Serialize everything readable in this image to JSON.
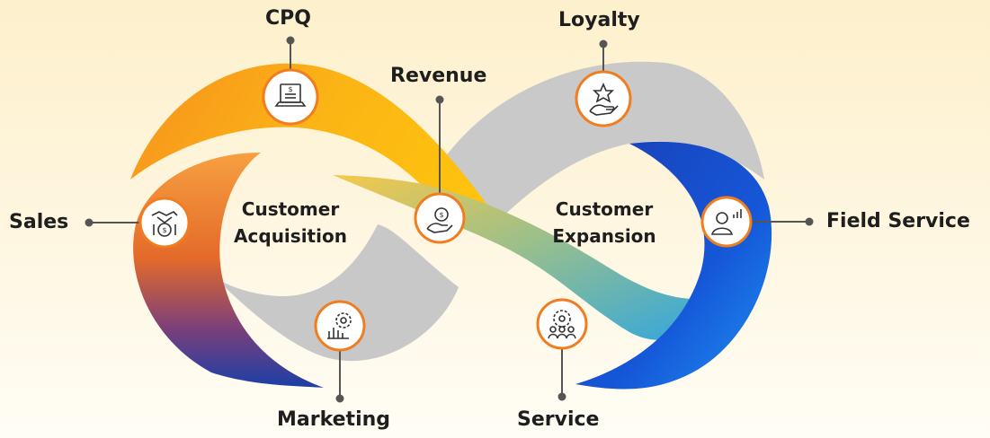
{
  "diagram": {
    "loops": [
      {
        "id": "acquisition",
        "title_line1": "Customer",
        "title_line2": "Acquisition"
      },
      {
        "id": "expansion",
        "title_line1": "Customer",
        "title_line2": "Expansion"
      }
    ],
    "nodes": [
      {
        "id": "cpq",
        "label": "CPQ",
        "icon": "invoice-laptop-icon"
      },
      {
        "id": "loyalty",
        "label": "Loyalty",
        "icon": "hand-star-icon"
      },
      {
        "id": "revenue",
        "label": "Revenue",
        "icon": "hand-coin-icon"
      },
      {
        "id": "sales",
        "label": "Sales",
        "icon": "handshake-dollar-icon"
      },
      {
        "id": "field_service",
        "label": "Field Service",
        "icon": "technician-chart-icon"
      },
      {
        "id": "marketing",
        "label": "Marketing",
        "icon": "gear-chart-icon"
      },
      {
        "id": "service",
        "label": "Service",
        "icon": "gear-people-icon"
      }
    ]
  },
  "colors": {
    "accent_ring": "#f07d1f",
    "connector": "#555555",
    "band_orange": "#f9a41c",
    "band_blue": "#1d5ed8",
    "band_gray": "#c9c9c9"
  }
}
